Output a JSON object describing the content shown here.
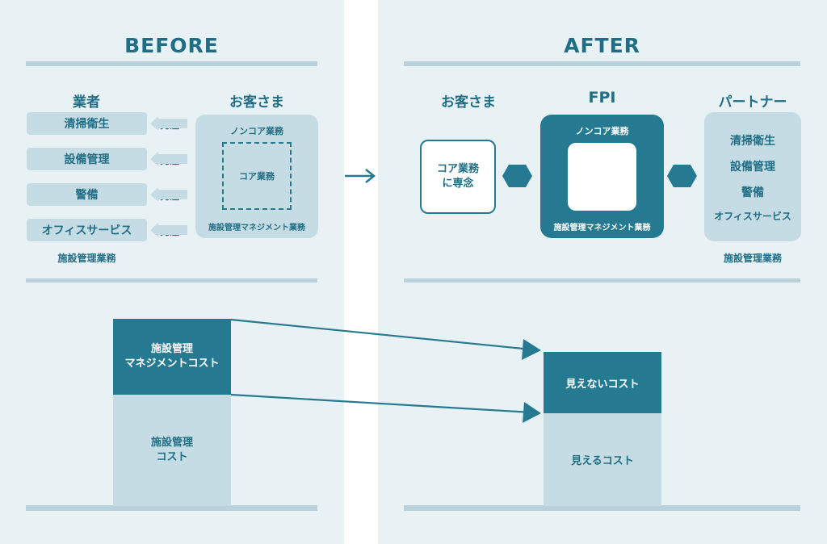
{
  "before": {
    "title": "BEFORE",
    "vendor_header": "業者",
    "customer_header": "お客さま",
    "services": [
      "清掃衛生",
      "設備管理",
      "警備",
      "オフィスサービス"
    ],
    "order_label": "発注",
    "vendor_footer": "施設管理業務",
    "noncore_label": "ノンコア業務",
    "core_label": "コア業務",
    "mgmt_label": "施設管理マネジメント業務",
    "cost_top_line1": "施設管理",
    "cost_top_line2": "マネジメントコスト",
    "cost_bottom_line1": "施設管理",
    "cost_bottom_line2": "コスト"
  },
  "after": {
    "title": "AFTER",
    "customer_header": "お客さま",
    "fpi_header": "FPI",
    "partner_header": "パートナー",
    "focus_line1": "コア業務",
    "focus_line2": "に専念",
    "fpi_noncore": "ノンコア業務",
    "fpi_mgmt": "施設管理マネジメント業務",
    "partner_services": [
      "清掃衛生",
      "設備管理",
      "警備",
      "オフィスサービス"
    ],
    "partner_footer": "施設管理業務",
    "cost_top": "見えないコスト",
    "cost_bottom": "見えるコスト"
  },
  "colors": {
    "dark": "#257a91",
    "light": "#c6dce4",
    "panel": "#e8f1f4",
    "text": "#1f6e85"
  }
}
